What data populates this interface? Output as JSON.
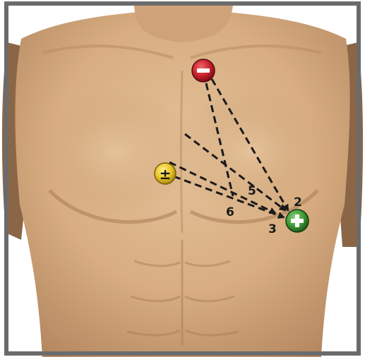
{
  "electrodes": {
    "negative": {
      "symbol": "−",
      "color": "#c8202c"
    },
    "positive": {
      "symbol": "+",
      "color": "#3f9a35"
    },
    "neutral": {
      "symbol": "±",
      "color": "#e8c528"
    }
  },
  "leads": {
    "lead_2": "2",
    "lead_3": "3",
    "lead_5": "5",
    "lead_6": "6"
  },
  "colors": {
    "frame": "#6b6b6b",
    "skin": "#dcb488",
    "skin_shadow": "#b98d63",
    "arrow": "#1a1a1a",
    "background": "#ffffff"
  }
}
